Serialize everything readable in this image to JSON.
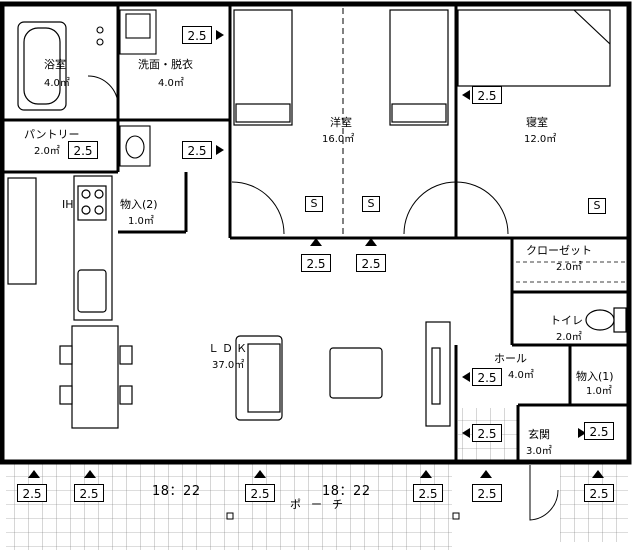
{
  "rooms": {
    "bath": {
      "name": "浴室",
      "area": "4.0㎡"
    },
    "washroom": {
      "name": "洗面・脱衣",
      "area": "4.0㎡"
    },
    "western": {
      "name": "洋室",
      "area": "16.0㎡"
    },
    "bedroom": {
      "name": "寝室",
      "area": "12.0㎡"
    },
    "pantry": {
      "name": "パントリー",
      "area": "2.0㎡"
    },
    "ih": {
      "name": "IH"
    },
    "storage2": {
      "name": "物入(2)",
      "area": "1.0㎡"
    },
    "closet": {
      "name": "クローゼット",
      "area": "2.0㎡"
    },
    "toilet": {
      "name": "トイレ",
      "area": "2.0㎡"
    },
    "ldk": {
      "name": "ＬＤＫ",
      "area": "37.0㎡"
    },
    "hall": {
      "name": "ホール",
      "area": "4.0㎡"
    },
    "storage1": {
      "name": "物入(1)",
      "area": "1.0㎡"
    },
    "entrance": {
      "name": "玄関",
      "area": "3.0㎡"
    },
    "porch": {
      "name": "ポーチ"
    }
  },
  "marks": {
    "dim": "2.5",
    "s": "S",
    "time_left": "18：22",
    "time_right": "18：22"
  }
}
